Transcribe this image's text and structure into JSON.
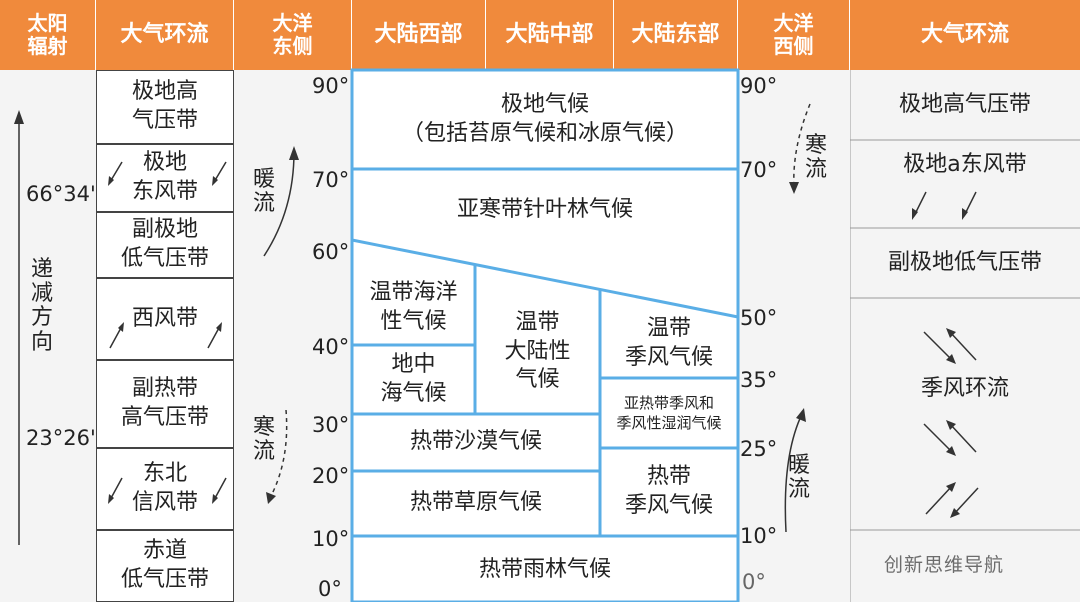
{
  "headers": {
    "solar_radiation": "太阳\n辐射",
    "circulation_left": "大气环流",
    "ocean_east": "大洋\n东侧",
    "continent_west": "大陆西部",
    "continent_central": "大陆中部",
    "continent_east": "大陆东部",
    "ocean_west": "大洋\n西侧",
    "circulation_right": "大气环流"
  },
  "solar": {
    "lat_66": "66°34'",
    "lat_23": "23°26'",
    "direction_text": "递\n减\n方\n向"
  },
  "left_belts": [
    {
      "label": "极地高\n气压带"
    },
    {
      "label": "极地\n东风带"
    },
    {
      "label": "副极地\n低气压带"
    },
    {
      "label": "西风带"
    },
    {
      "label": "副热带\n高气压带"
    },
    {
      "label": "东北\n信风带"
    },
    {
      "label": "赤道\n低气压带"
    }
  ],
  "ocean_east_currents": {
    "warm": "暖\n流",
    "cold": "寒\n流"
  },
  "ocean_west_currents": {
    "cold": "寒\n流",
    "warm": "暖\n流"
  },
  "left_latitudes": [
    "90°",
    "70°",
    "60°",
    "40°",
    "30°",
    "20°",
    "10°",
    "0°"
  ],
  "right_latitudes": [
    "90°",
    "70°",
    "50°",
    "35°",
    "25°",
    "10°",
    "0°"
  ],
  "climates": {
    "polar": "极地气候\n（包括苔原气候和冰原气候）",
    "subarctic": "亚寒带针叶林气候",
    "temperate_maritime": "温带海洋\n性气候",
    "mediterranean": "地中\n海气候",
    "temperate_continental": "温带\n大陆性\n气候",
    "temperate_monsoon": "温带\n季风气候",
    "subtropical_monsoon": "亚热带季风和\n季风性湿润气候",
    "tropical_desert": "热带沙漠气候",
    "tropical_savanna": "热带草原气候",
    "tropical_monsoon": "热带\n季风气候",
    "tropical_rainforest": "热带雨林气候"
  },
  "right_circulation": {
    "polar_high": "极地高气压带",
    "polar_east_winds": "极地a东风带",
    "subpolar_low": "副极地低气压带",
    "monsoon": "季风环流",
    "watermark": "创新思维导航"
  },
  "colors": {
    "header_bg": "#f08a3c",
    "grid_line": "#5aaee6",
    "border": "#444444",
    "panel_bg": "#f4f4f4"
  }
}
